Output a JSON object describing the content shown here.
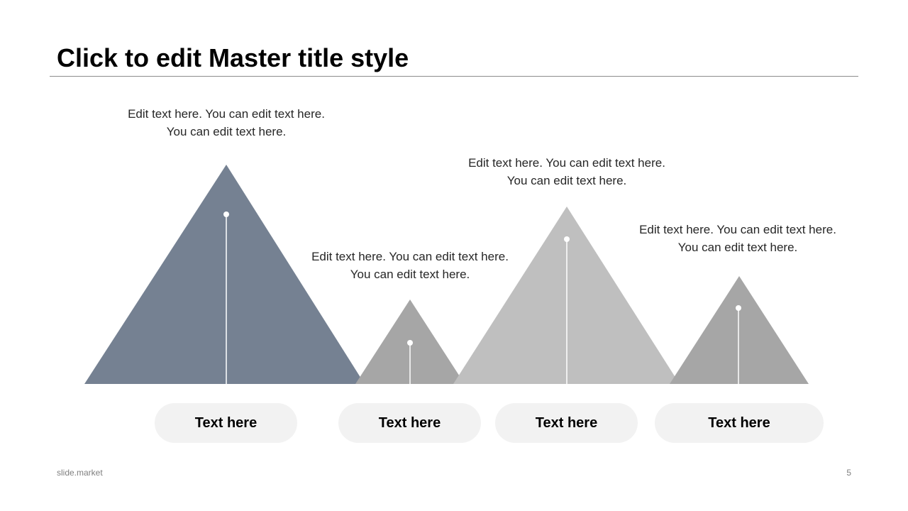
{
  "slide": {
    "title": "Click to edit Master title style",
    "footer_brand": "slide.market",
    "page_number": "5"
  },
  "colors": {
    "peak_1": "#758192",
    "peak_2": "#a6a6a6",
    "peak_3": "#bfbfbf",
    "peak_4": "#a6a6a6",
    "pill_fill": "#f2f2f2",
    "rule": "#8c8c8c"
  },
  "items": [
    {
      "caption_line1": "Edit text here. You can edit text here.",
      "caption_line2": "You can edit text here.",
      "label": "Text here"
    },
    {
      "caption_line1": "Edit text here. You can edit text here.",
      "caption_line2": "You can edit text here.",
      "label": "Text here"
    },
    {
      "caption_line1": "Edit text here. You can edit text here.",
      "caption_line2": "You can edit text here.",
      "label": "Text here"
    },
    {
      "caption_line1": "Edit text here. You can edit text here.",
      "caption_line2": "You can edit text here.",
      "label": "Text here"
    }
  ]
}
